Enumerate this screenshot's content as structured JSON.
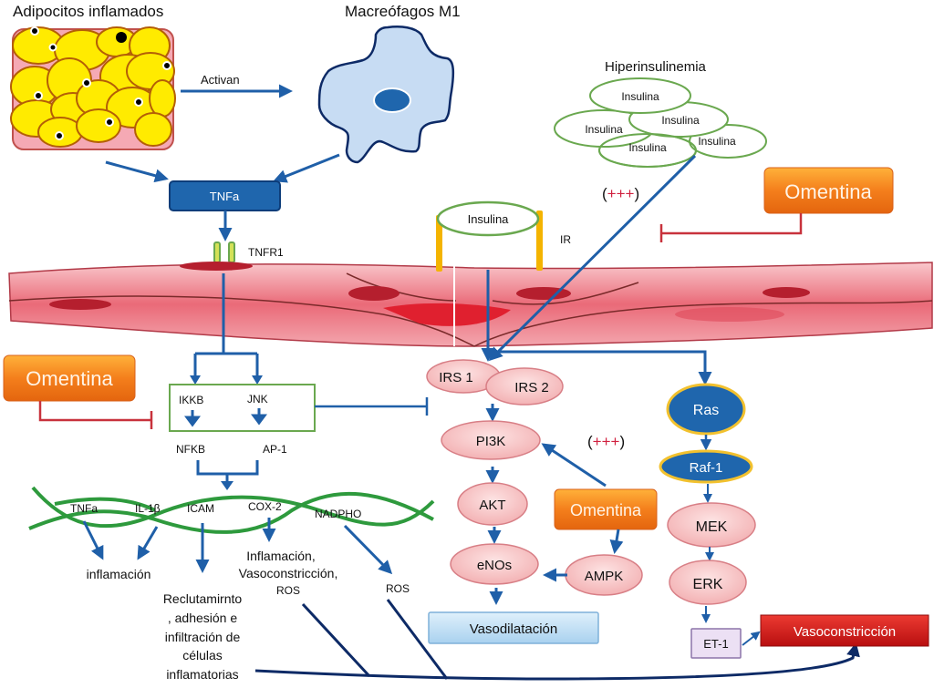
{
  "titles": {
    "adipocytes": "Adipocitos inflamados",
    "macrophages": "Macreófagos M1",
    "hyperinsulinemia": "Hiperinsulinemia"
  },
  "labels": {
    "activan": "Activan",
    "tnfa_box": "TNFa",
    "tnfr1": "TNFR1",
    "receptor_insulina": "Insulina",
    "ir": "IR",
    "plus_top": "(+++)",
    "plus_mid": "(+++)",
    "ikkb": "IKKB",
    "jnk": "JNK",
    "nfkb": "NFKB",
    "ap1": "AP-1",
    "dna_tnfa": "TNFa",
    "dna_il1b": "IL-1β",
    "dna_icam": "ICAM",
    "dna_cox2": "COX-2",
    "dna_nadpho": "NADPHO",
    "inflamacion": "inflamación",
    "cox_out_1": "Inflamación,",
    "cox_out_2": "Vasoconstricción,",
    "cox_out_3": "ROS",
    "ros": "ROS",
    "recl_1": "Reclutamirnto",
    "recl_2": ", adhesión e",
    "recl_3": "infiltración de",
    "recl_4": "células",
    "recl_5": "inflamatorias",
    "irs1": "IRS 1",
    "irs2": "IRS 2",
    "pi3k": "PI3K",
    "akt": "AKT",
    "enos": "eNOs",
    "ampk": "AMPK",
    "vasodilatacion": "Vasodilatación",
    "ras": "Ras",
    "raf1": "Raf-1",
    "mek": "MEK",
    "erk": "ERK",
    "et1": "ET-1",
    "vasoconstriccion": "Vasoconstricción"
  },
  "insulin_cloud": [
    "Insulina",
    "Insulina",
    "Insulina",
    "Insulina",
    "Insulina"
  ],
  "omentina": {
    "top_right": "Omentina",
    "left": "Omentina",
    "center": "Omentina"
  },
  "colors": {
    "arrow_blue": "#1f5fa8",
    "dark_navy": "#0d2a66",
    "inhibit_red": "#c8323c",
    "omentina_orange": "#f07a1a",
    "green_outline": "#6aa84f",
    "pink_node": "#f6c6c8",
    "ras_blue": "#1f66ad",
    "gold": "#f2c12e",
    "vasoconstriccion_red": "#d21e1e"
  }
}
